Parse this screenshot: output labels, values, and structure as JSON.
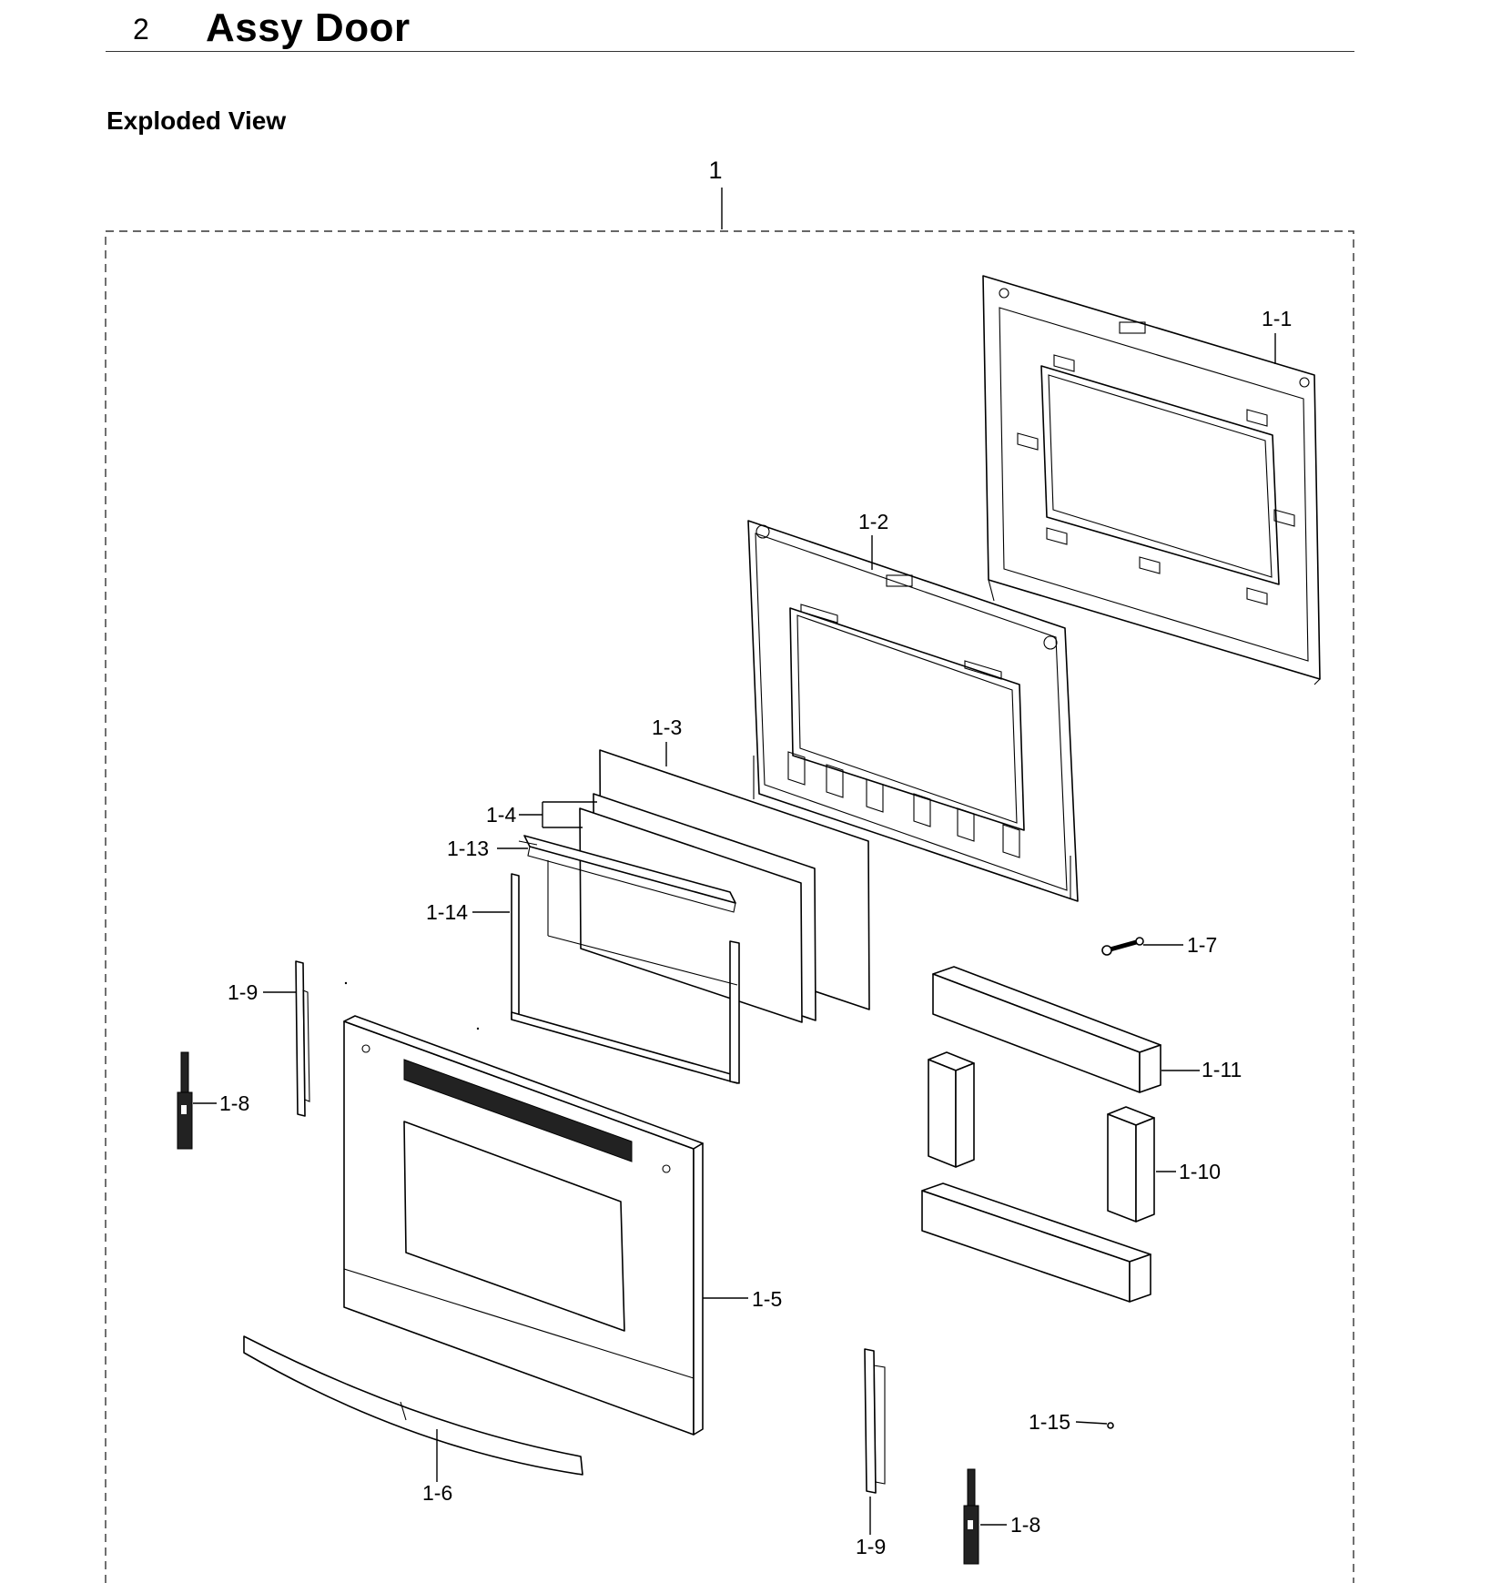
{
  "header": {
    "section_number": "2",
    "title": "Assy Door"
  },
  "subtitle": "Exploded View",
  "assembly": {
    "label": "1"
  },
  "callouts": {
    "c1_1": "1-1",
    "c1_2": "1-2",
    "c1_3": "1-3",
    "c1_4": "1-4",
    "c1_5": "1-5",
    "c1_6": "1-6",
    "c1_7": "1-7",
    "c1_8a": "1-8",
    "c1_8b": "1-8",
    "c1_9a": "1-9",
    "c1_9b": "1-9",
    "c1_10": "1-10",
    "c1_11": "1-11",
    "c1_13": "1-13",
    "c1_14": "1-14",
    "c1_15": "1-15"
  }
}
